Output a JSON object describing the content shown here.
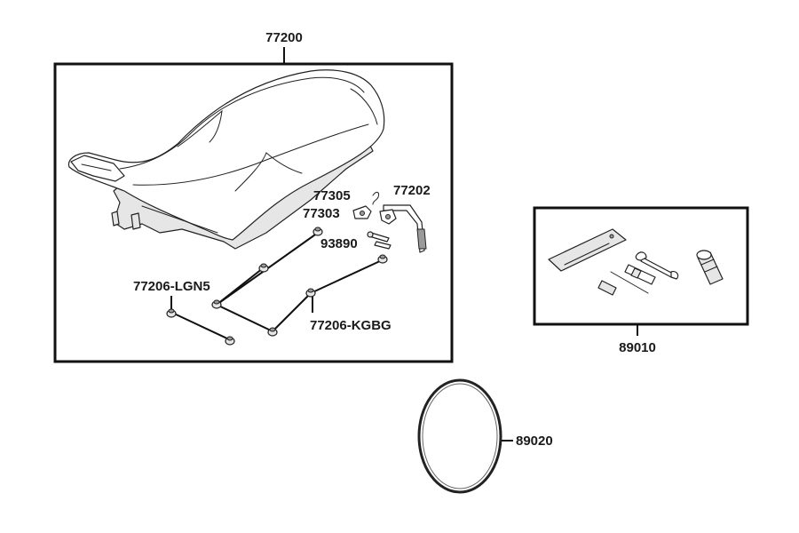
{
  "labels": {
    "seat_assy": "77200",
    "hook": "77305",
    "latch_cable": "77202",
    "latch_bracket": "77303",
    "bolt": "93890",
    "cushion_left": "77206-LGN5",
    "cushion_right": "77206-KGBG",
    "tool_kit": "89010",
    "band": "89020"
  }
}
